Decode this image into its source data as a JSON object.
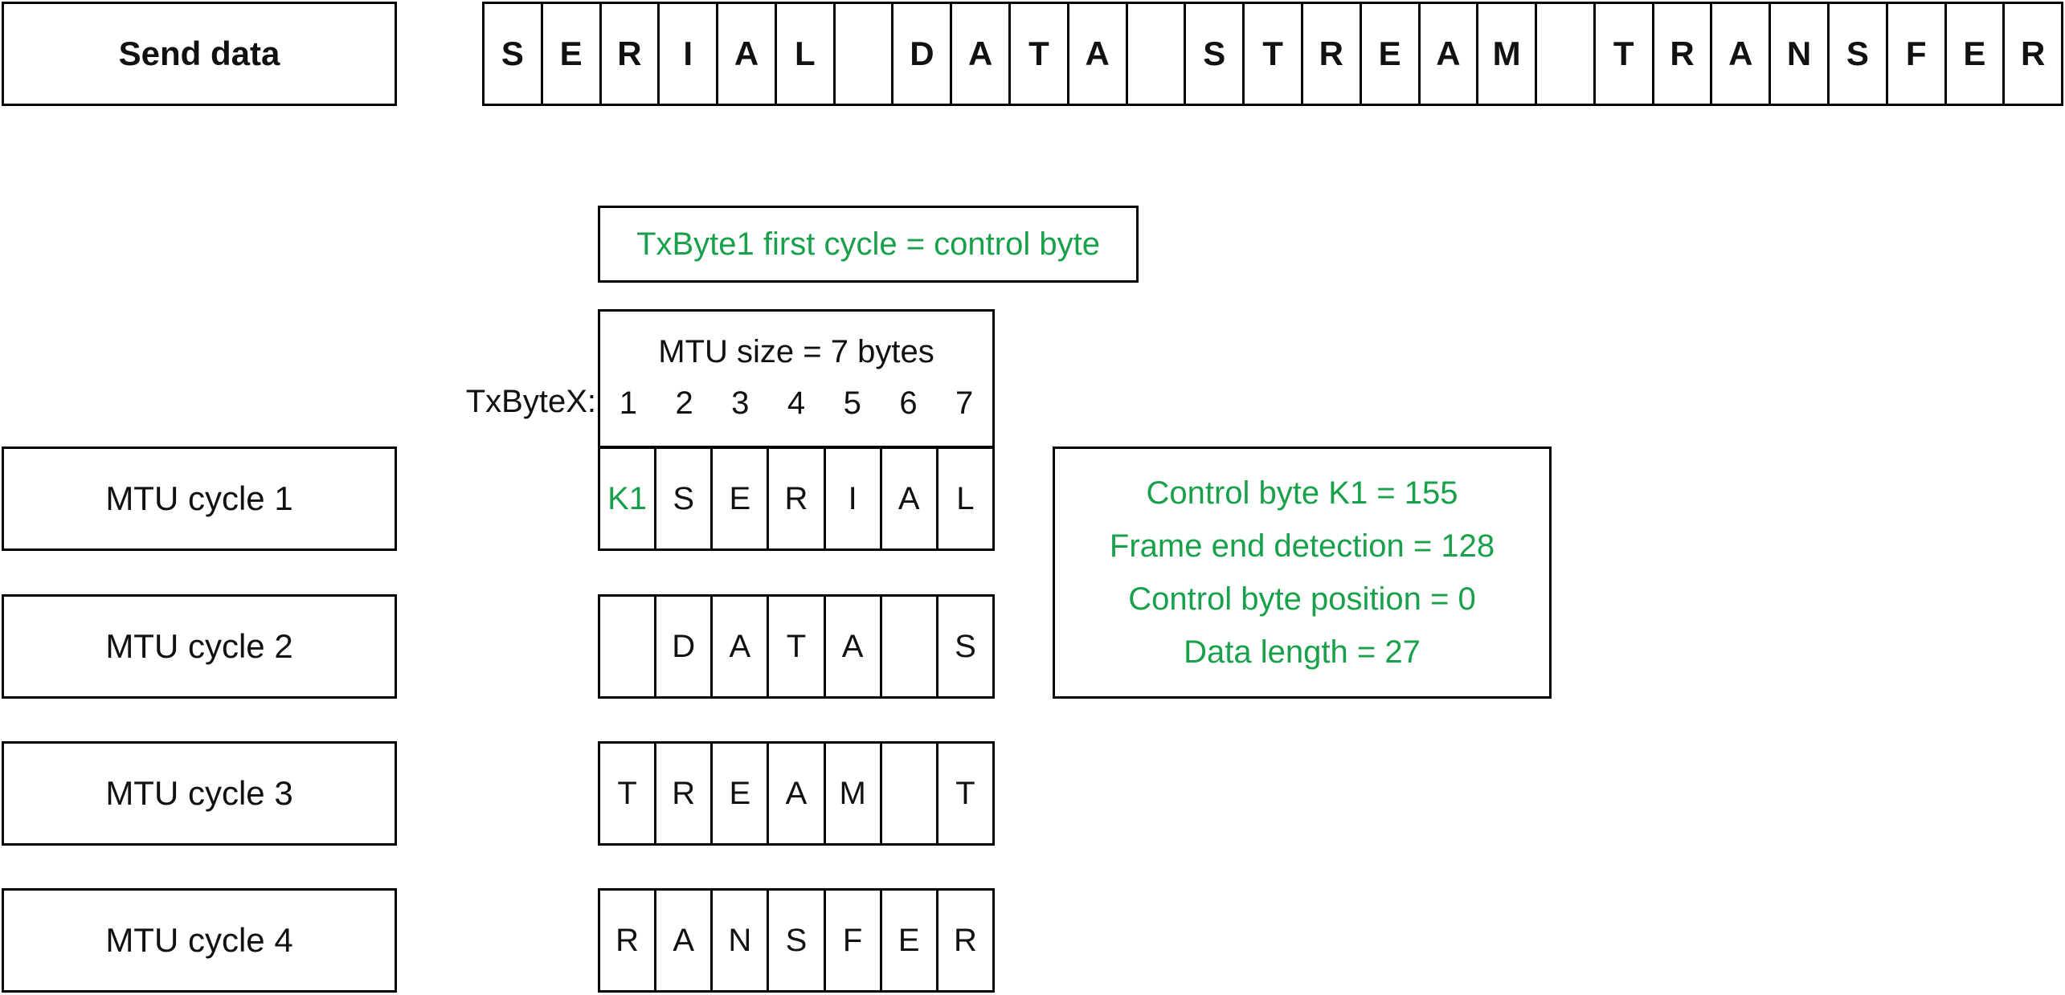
{
  "send_data": {
    "label": "Send data",
    "stream": [
      "S",
      "E",
      "R",
      "I",
      "A",
      "L",
      "",
      "D",
      "A",
      "T",
      "A",
      "",
      "S",
      "T",
      "R",
      "E",
      "A",
      "M",
      "",
      "T",
      "R",
      "A",
      "N",
      "S",
      "F",
      "E",
      "R"
    ]
  },
  "note": "TxByte1 first cycle = control byte",
  "mtu": {
    "title": "MTU size = 7 bytes",
    "txbyte_label": "TxByteX:",
    "indices": [
      "1",
      "2",
      "3",
      "4",
      "5",
      "6",
      "7"
    ]
  },
  "cycles": [
    {
      "label": "MTU cycle 1",
      "bytes": [
        "K1",
        "S",
        "E",
        "R",
        "I",
        "A",
        "L"
      ]
    },
    {
      "label": "MTU cycle 2",
      "bytes": [
        "",
        "D",
        "A",
        "T",
        "A",
        "",
        "S"
      ]
    },
    {
      "label": "MTU cycle 3",
      "bytes": [
        "T",
        "R",
        "E",
        "A",
        "M",
        "",
        "T"
      ]
    },
    {
      "label": "MTU cycle 4",
      "bytes": [
        "R",
        "A",
        "N",
        "S",
        "F",
        "E",
        "R"
      ]
    }
  ],
  "info": [
    "Control byte K1 = 155",
    "Frame end detection = 128",
    "Control byte position = 0",
    "Data length = 27"
  ],
  "colors": {
    "accent": "#18a14a",
    "border": "#000000"
  }
}
